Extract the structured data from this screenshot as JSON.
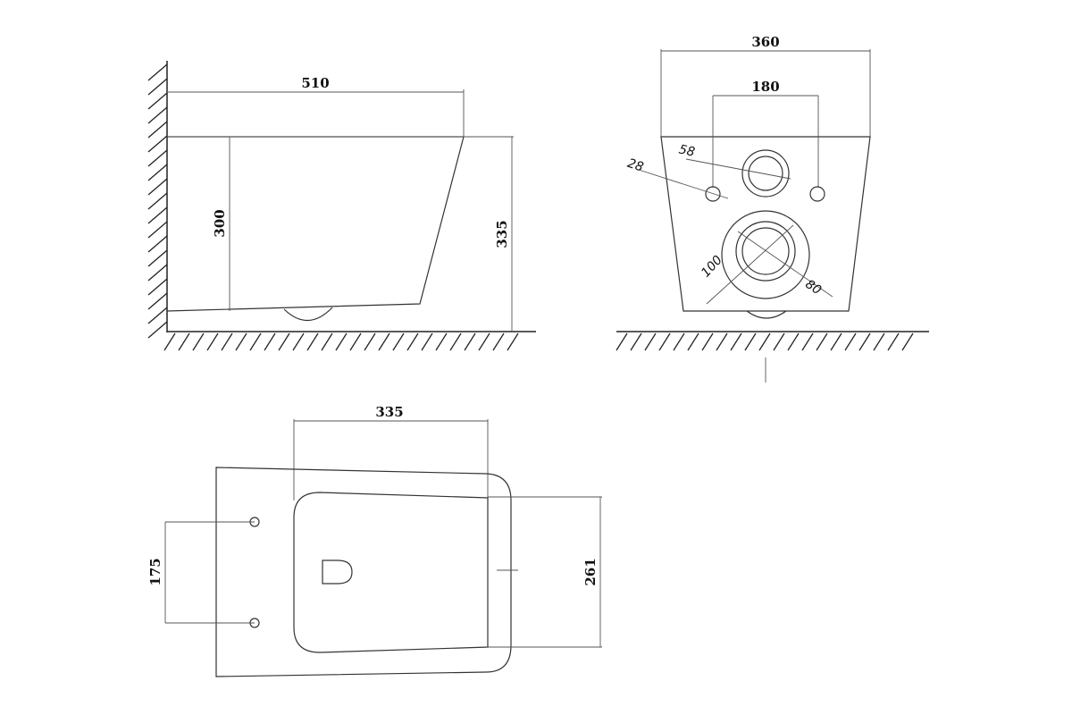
{
  "side_view": {
    "dim_length": "510",
    "dim_inner_height": "300",
    "dim_total_height": "335"
  },
  "back_view": {
    "dim_width": "360",
    "dim_bolt_spacing": "180",
    "dim_inlet": "58",
    "dim_bolt_hole": "28",
    "dim_outlet_outer": "100",
    "dim_outlet_inner": "80"
  },
  "top_view": {
    "dim_width": "335",
    "dim_bolt_spacing": "175",
    "dim_depth": "261"
  }
}
